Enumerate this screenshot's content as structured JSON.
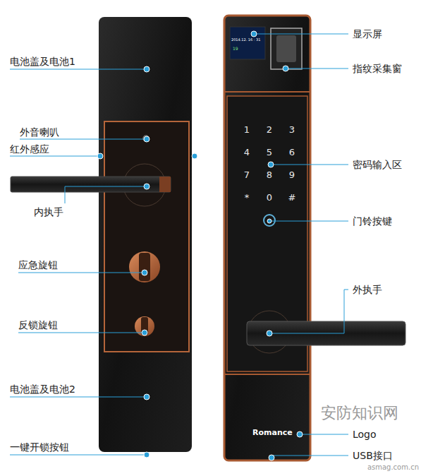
{
  "diagram": {
    "labels": [
      "电池盖及电池1",
      "外音喇叭",
      "红外感应",
      "内执手",
      "应急旋钮",
      "反锁旋钮",
      "电池盖及电池2",
      "一键开锁按钮",
      "显示屏",
      "指纹采集窗",
      "密码输入区",
      "门铃按键",
      "外执手",
      "Logo",
      "USB接口",
      "2014.12. 16 : 31",
      "19",
      "1",
      "2",
      "3",
      "4",
      "5",
      "6",
      "7",
      "8",
      "9",
      "*",
      "0",
      "#",
      "Romance",
      "安防知识网",
      "asmag.com.cn"
    ]
  }
}
